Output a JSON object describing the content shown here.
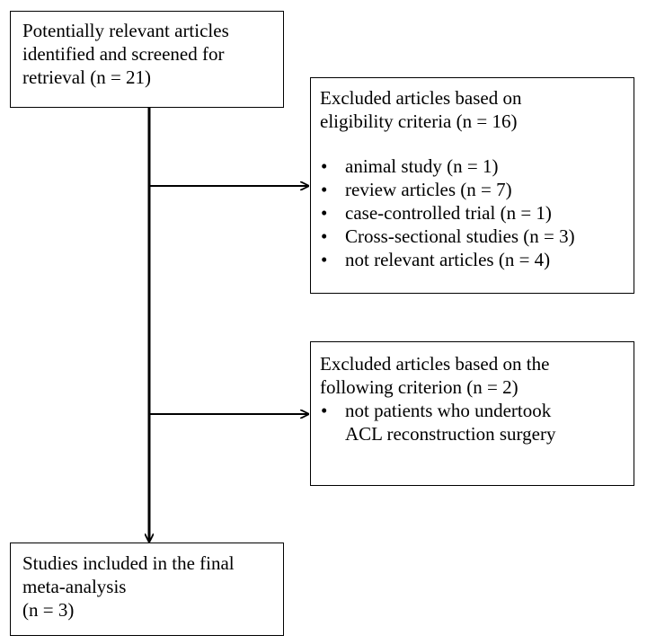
{
  "top_box": {
    "lines": [
      "Potentially relevant articles",
      "identified and screened for",
      "retrieval  (n = 21)"
    ]
  },
  "exclusion_1": {
    "heading_lines": [
      "Excluded articles based on",
      "eligibility criteria (n = 16)"
    ],
    "bullet_symbol": "•",
    "items": [
      "animal study (n = 1)",
      "review articles (n = 7)",
      "case-controlled trial (n = 1)",
      "Cross-sectional studies (n = 3)",
      "not relevant articles (n = 4)"
    ]
  },
  "exclusion_2": {
    "heading_lines": [
      "Excluded articles based on the",
      "following criterion (n = 2)"
    ],
    "bullet_symbol": "•",
    "item_lines": [
      "not patients who undertook",
      "ACL reconstruction surgery"
    ]
  },
  "final_box": {
    "lines": [
      "Studies included in the final",
      "meta-analysis",
      "(n = 3)"
    ]
  }
}
